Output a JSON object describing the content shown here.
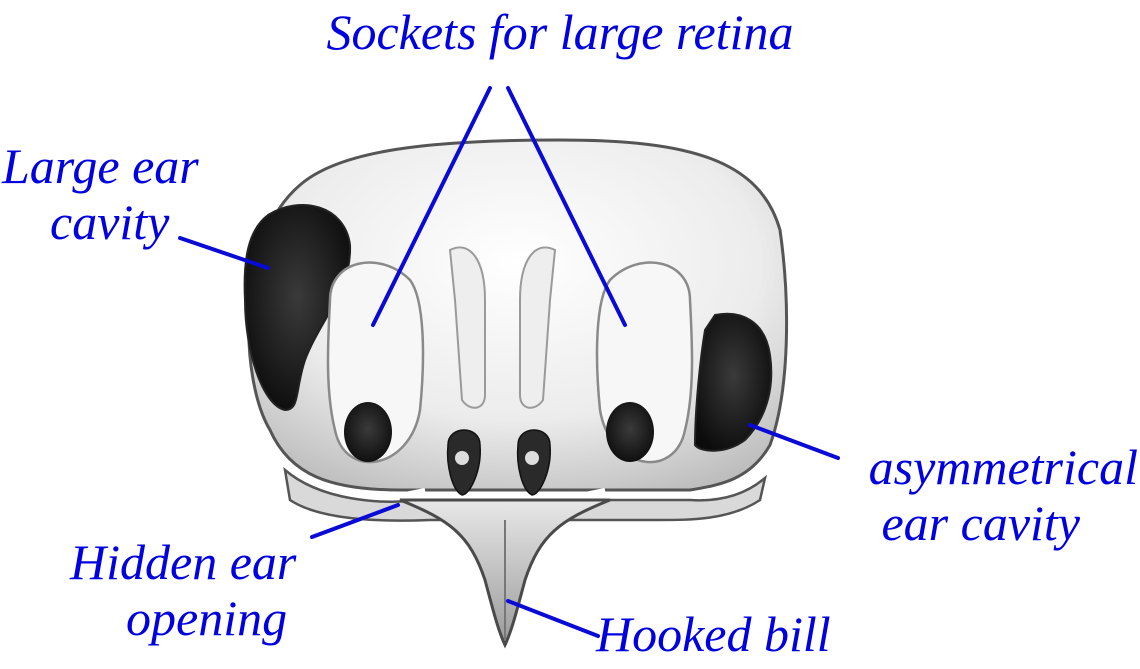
{
  "labels": {
    "sockets": "Sockets for large retina",
    "large_ear_line1": "Large ear",
    "large_ear_line2": "cavity",
    "asym_line1": "asymmetrical",
    "asym_line2": "ear cavity",
    "hidden_line1": "Hidden ear",
    "hidden_line2": "opening",
    "hooked": "Hooked bill"
  },
  "colors": {
    "label_text": "#0000e0",
    "pointer_line": "#0a0ad6",
    "bone": "#f4f4f4",
    "bone_shadow": "#6b6b6b",
    "cavity": "#1a1a1a"
  }
}
